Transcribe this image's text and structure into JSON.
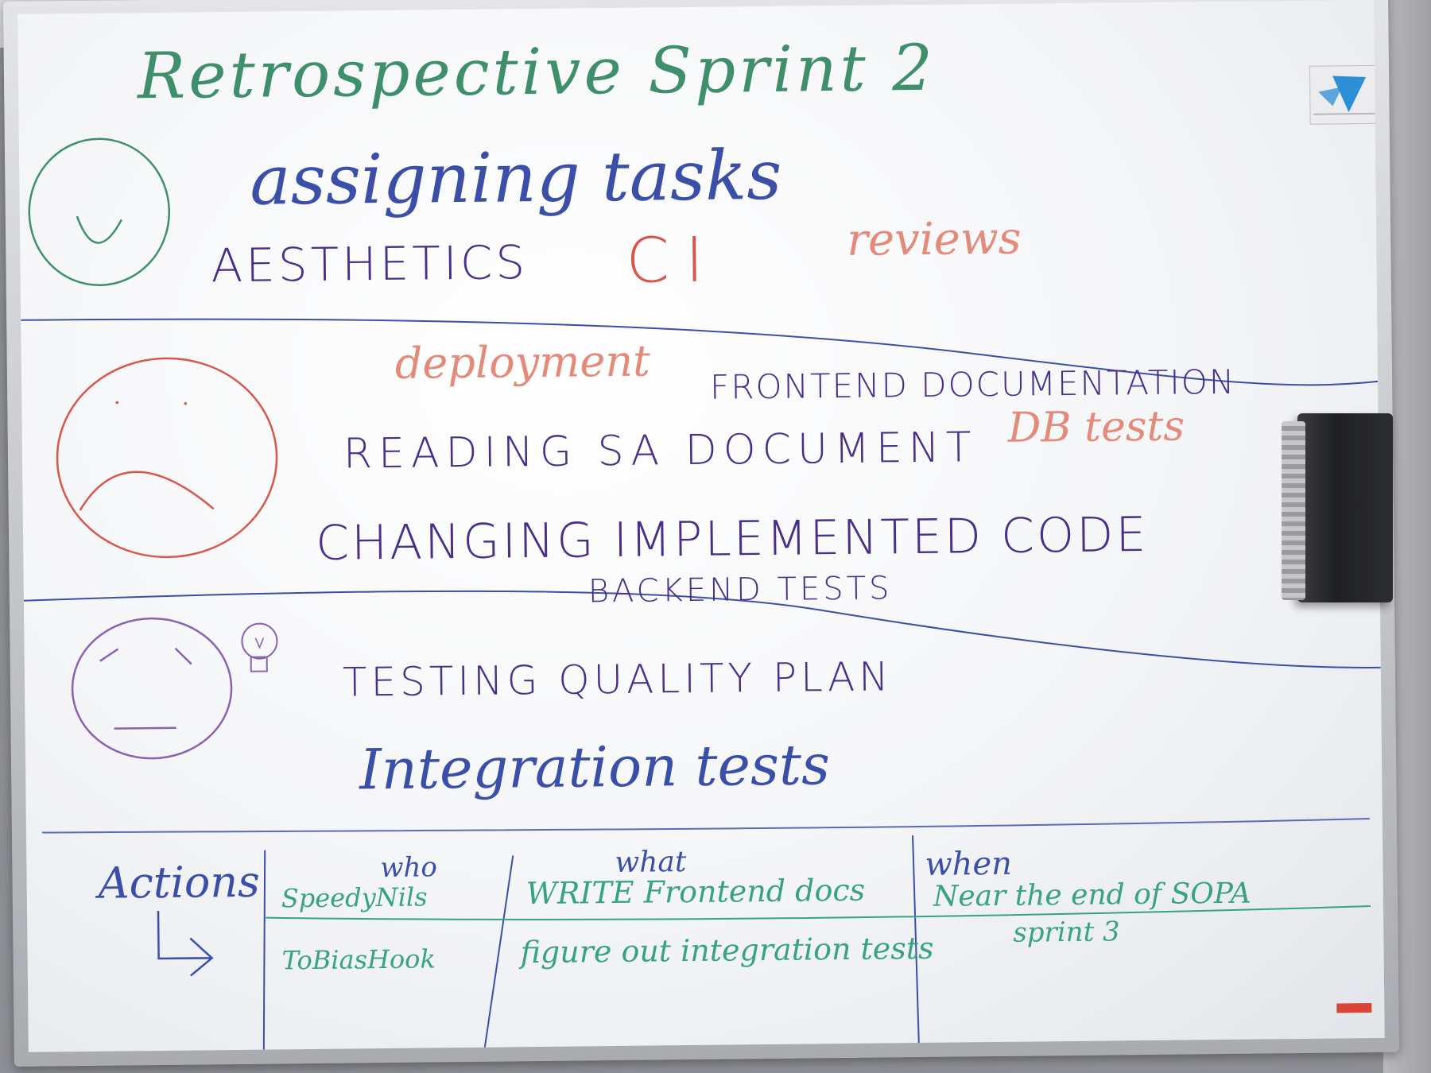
{
  "board": {
    "title": "Retrospective Sprint 2",
    "good": {
      "face_icon": "happy-face-icon",
      "items": [
        "assigning tasks",
        "AESTHETICS",
        "CI",
        "reviews"
      ]
    },
    "bad": {
      "face_icon": "sad-face-icon",
      "items": [
        "deployment",
        "FRONTEND DOCUMENTATION",
        "DB tests",
        "READING SA DOCUMENT",
        "CHANGING IMPLEMENTED CODE",
        "BACKEND TESTS"
      ]
    },
    "ideas": {
      "face_icon": "neutral-face-icon",
      "bulb_icon": "lightbulb-icon",
      "items": [
        "TESTING QUALITY PLAN",
        "Integration tests"
      ]
    },
    "actions": {
      "label": "Actions",
      "arrow_icon": "turn-right-arrow-icon",
      "headers": {
        "who": "who",
        "what": "what",
        "when": "when"
      },
      "rows": [
        {
          "who": "SpeedyNils",
          "what": "WRITE Frontend docs",
          "when": "Near the end of SOPA"
        },
        {
          "who": "ToBiasHook",
          "what": "figure out integration tests",
          "when": "sprint 3"
        }
      ]
    }
  },
  "colors": {
    "green": "#3f8f6d",
    "blue": "#3b4fa8",
    "purple": "#4a2e8c",
    "red": "#d8564a",
    "salmon": "#e38a7a",
    "mint": "#37a380"
  }
}
